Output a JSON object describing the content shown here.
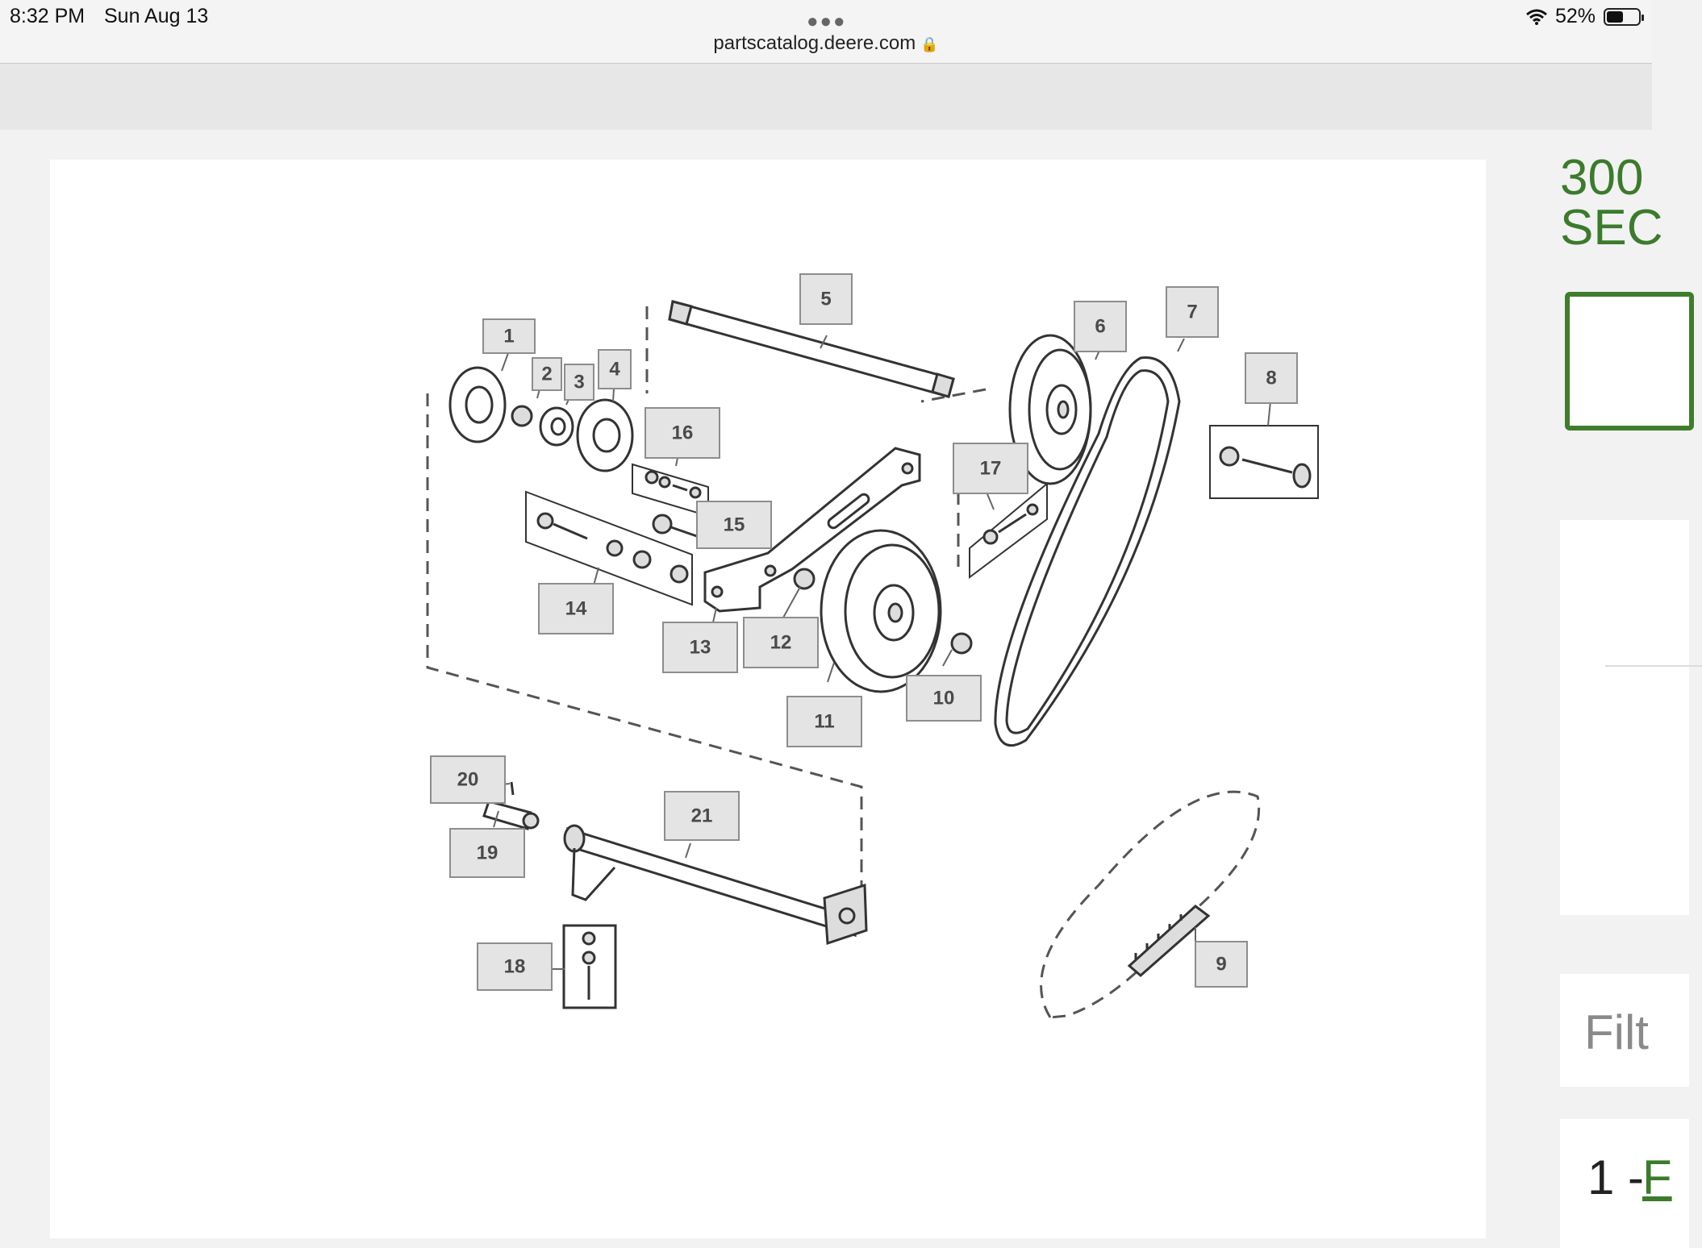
{
  "status_bar": {
    "time": "8:32 PM",
    "date": "Sun Aug 13",
    "url": "partscatalog.deere.com",
    "battery": "52%",
    "battery_level": 0.52
  },
  "diagram": {
    "callouts": [
      "1",
      "2",
      "3",
      "4",
      "5",
      "6",
      "7",
      "8",
      "9",
      "10",
      "11",
      "12",
      "13",
      "14",
      "15",
      "16",
      "17",
      "18",
      "19",
      "20",
      "21"
    ]
  },
  "side_panel": {
    "title": "300\nSEC",
    "filter_text": "Filt",
    "first_item_number": "1 -",
    "first_item_link": "F"
  },
  "colors": {
    "brand_green": "#3b7b2c",
    "callout_fill": "#e4e4e4"
  }
}
